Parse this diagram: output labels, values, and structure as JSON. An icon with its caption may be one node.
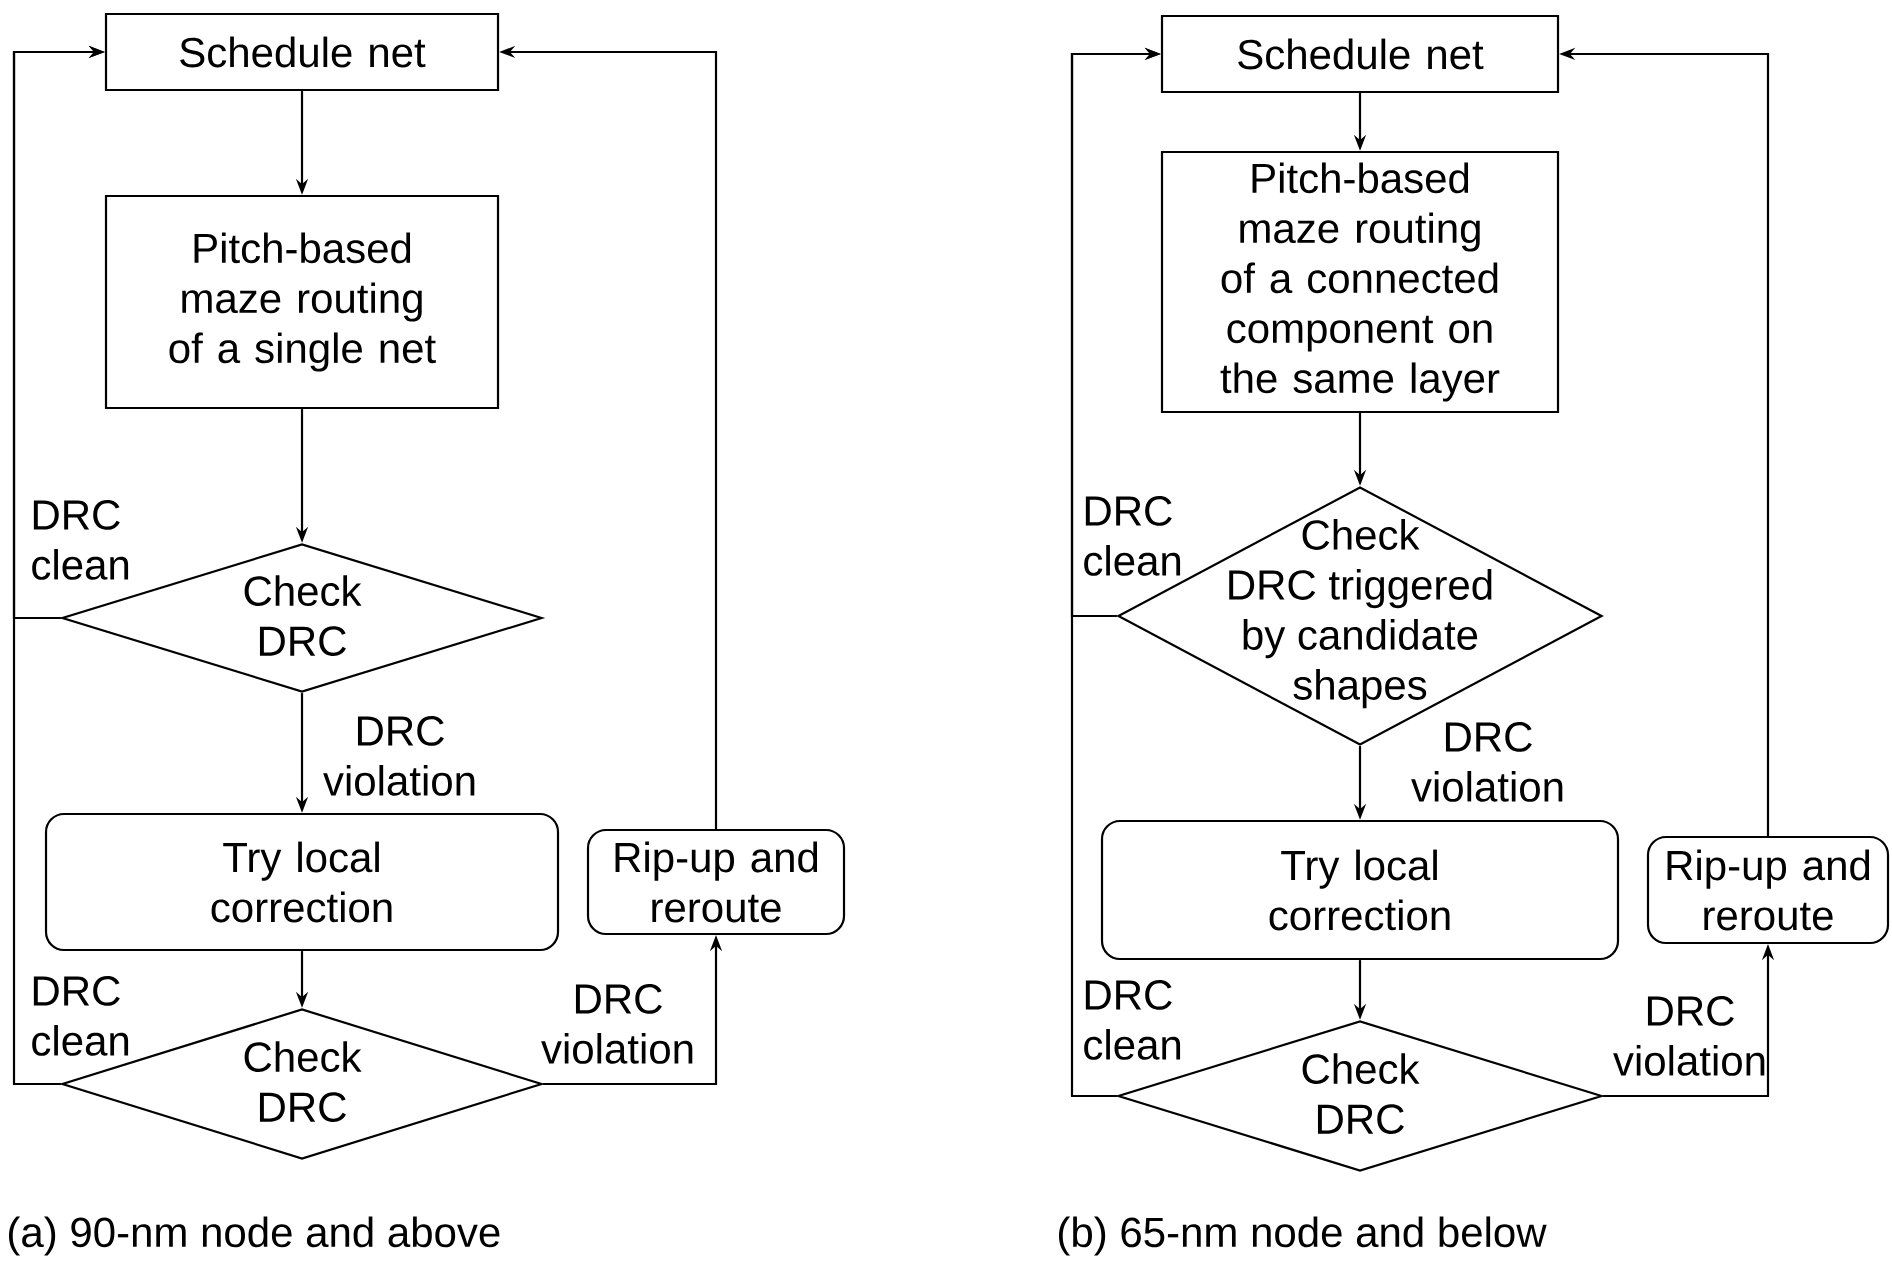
{
  "diagram": {
    "nodes": [
      {
        "text": [
          "Schedule net"
        ]
      },
      {
        "text": [
          "Pitch-based maze routing of a single net"
        ]
      },
      {
        "text": [
          "Check DRC"
        ]
      },
      {
        "text": [
          "Try local correction"
        ]
      },
      {
        "text": [
          "Rip-up and reroute"
        ]
      },
      {
        "text": [
          "Check DRC"
        ]
      },
      {
        "text": [
          "Schedule net"
        ]
      },
      {
        "text": [
          "Pitch-based maze routing of a connected component on the same layer"
        ]
      },
      {
        "text": [
          "Check DRC triggered by candidate shapes"
        ]
      },
      {
        "text": [
          "Try local correction"
        ]
      },
      {
        "text": [
          "Rip-up and reroute"
        ]
      },
      {
        "text": [
          "Check DRC"
        ]
      }
    ],
    "edges": [
      {
        "from": 0,
        "to": 1,
        "arrow": "to"
      },
      {
        "from": 1,
        "to": 2,
        "arrow": "to"
      },
      {
        "from": 2,
        "to": 3,
        "arrow": "to",
        "label": "DRC violation"
      },
      {
        "from": 3,
        "to": 5,
        "arrow": "to"
      },
      {
        "from": 5,
        "to": 4,
        "arrow": "to",
        "label": "DRC violation"
      },
      {
        "from": 4,
        "to": 0,
        "arrow": "to"
      },
      {
        "from": 2,
        "to": 0,
        "arrow": "to",
        "label": "DRC clean"
      },
      {
        "from": 5,
        "to": 0,
        "arrow": "to",
        "label": "DRC clean"
      },
      {
        "from": 6,
        "to": 7,
        "arrow": "to"
      },
      {
        "from": 7,
        "to": 8,
        "arrow": "to"
      },
      {
        "from": 8,
        "to": 9,
        "arrow": "to",
        "label": "DRC violation"
      },
      {
        "from": 9,
        "to": 11,
        "arrow": "to"
      },
      {
        "from": 11,
        "to": 10,
        "arrow": "to",
        "label": "DRC violation"
      },
      {
        "from": 10,
        "to": 6,
        "arrow": "to"
      },
      {
        "from": 8,
        "to": 6,
        "arrow": "to",
        "label": "DRC clean"
      },
      {
        "from": 11,
        "to": 6,
        "arrow": "to",
        "label": "DRC clean"
      }
    ],
    "labels": [
      "(a) 90-nm node and above",
      "(b) 65-nm node and below"
    ]
  }
}
